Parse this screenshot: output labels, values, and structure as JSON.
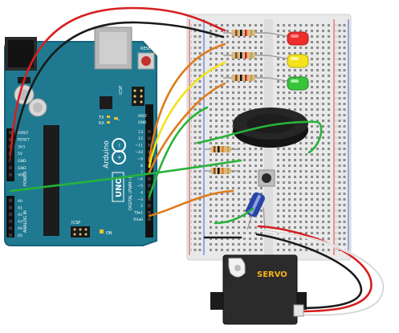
{
  "arduino": {
    "brand": "Arduino",
    "model": "UNO",
    "labels": {
      "reset": "RESET",
      "icsp_top": "ICSP",
      "icsp_bottom": "ICSP",
      "aref": "AREF",
      "gnd": "GND",
      "tx": "TX",
      "rx": "RX",
      "l": "L",
      "on": "ON",
      "power": "POWER",
      "analog_in": "ANALOG IN",
      "digital": "DIGITAL (PWM~)"
    },
    "power_pins": [
      "IOREF",
      "RESET",
      "3V3",
      "5V",
      "GND",
      "GND",
      "VIN"
    ],
    "analog_pins": [
      "A0",
      "A1",
      "A2",
      "A3",
      "A4",
      "A5"
    ],
    "digital_pins": [
      "13",
      "12",
      "~11",
      "~10",
      "~9",
      "8",
      "7",
      "~6",
      "~5",
      "4",
      "~3",
      "2",
      "TX▸1",
      "RX◂0"
    ]
  },
  "servo": {
    "label": "SERVO"
  },
  "colors": {
    "board": "#1f7a91",
    "board_edge": "#17627a",
    "breadboard": "#e9e9e9",
    "rail_red": "#e23b3b",
    "rail_blue": "#3b5fe2",
    "wire_red": "#d71f1f",
    "wire_black": "#1a1a1a",
    "wire_yellow": "#f2e21a",
    "wire_green": "#27b33a",
    "wire_orange": "#e07b1a",
    "led_red": "#ee2d2d",
    "led_yellow": "#f3e21c",
    "led_green": "#39c43a",
    "servo_body": "#2b2b2b",
    "servo_label": "#f5b21a"
  }
}
